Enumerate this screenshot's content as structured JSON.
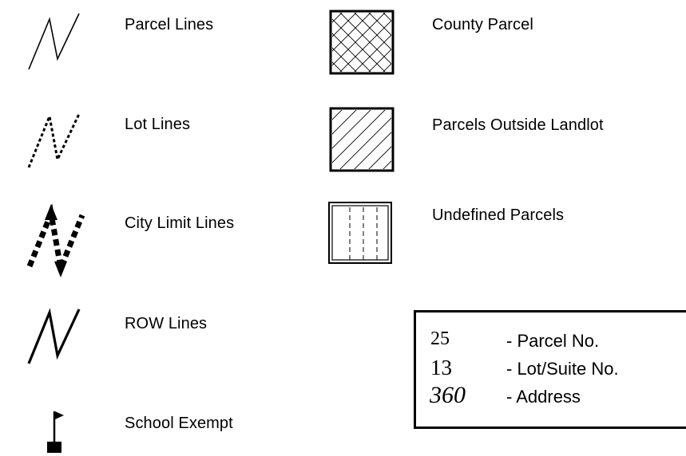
{
  "legend": {
    "line_items": [
      {
        "label": "Parcel Lines",
        "icon": "solid-zigzag-line-icon"
      },
      {
        "label": "Lot Lines",
        "icon": "dashed-zigzag-line-icon"
      },
      {
        "label": "City Limit Lines",
        "icon": "thick-dashed-zigzag-arrow-icon"
      },
      {
        "label": "ROW Lines",
        "icon": "thick-solid-zigzag-line-icon"
      },
      {
        "label": "School Exempt",
        "icon": "flag-icon"
      }
    ],
    "area_items": [
      {
        "label": "County Parcel",
        "icon": "crosshatch-box-icon"
      },
      {
        "label": "Parcels Outside Landlot",
        "icon": "diagonal-hatch-box-icon"
      },
      {
        "label": "Undefined Parcels",
        "icon": "vertical-dashed-box-icon"
      }
    ],
    "number_key": [
      {
        "sample": "25",
        "description": "- Parcel No."
      },
      {
        "sample": "13",
        "description": "- Lot/Suite No."
      },
      {
        "sample": "360",
        "description": "- Address"
      }
    ]
  }
}
